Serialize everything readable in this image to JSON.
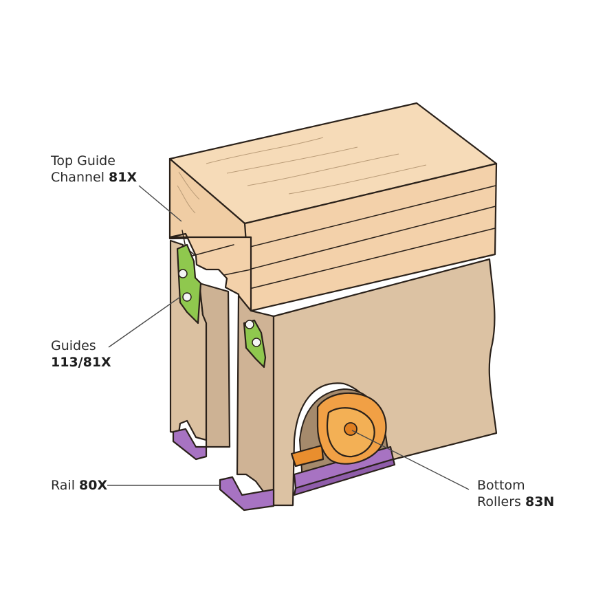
{
  "labels": {
    "top_guide": {
      "line1": "Top Guide",
      "line2_text": "Channel ",
      "line2_code": "81X"
    },
    "guides": {
      "line1": "Guides",
      "line2_code": "113/81X"
    },
    "rail": {
      "text": "Rail ",
      "code": "80X"
    },
    "bottom_rollers": {
      "line1": "Bottom",
      "line2_text": "Rollers ",
      "line2_code": "83N"
    }
  },
  "colors": {
    "wood_light": "#f4d3ad",
    "door_face": "#dcc2a3",
    "door_side": "#cbb092",
    "guide_green": "#8fc84e",
    "rail_purple": "#a773c2",
    "roller_orange": "#f1a045",
    "cavity": "#a58a6c"
  }
}
